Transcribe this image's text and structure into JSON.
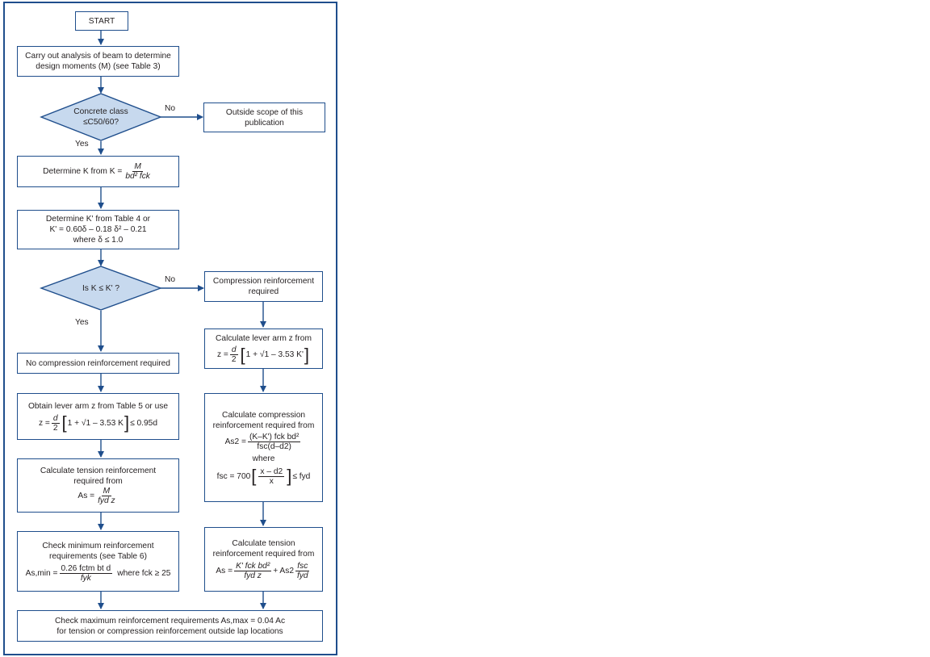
{
  "colors": {
    "border": "#1f4e8c",
    "diamond_fill": "#c7d9ee",
    "arrow": "#1f4e8c",
    "text": "#231f20"
  },
  "start": "START",
  "analysis": "Carry out analysis of beam to determine design moments (M) (see Table 3)",
  "decision_concrete": "Concrete class ≤C50/60?",
  "outside_scope": "Outside scope of this publication",
  "label_no": "No",
  "label_yes": "Yes",
  "determine_k": {
    "text": "Determine K from K =",
    "num": "M",
    "den": "bd² fck"
  },
  "determine_kprime": {
    "line1": "Determine K' from Table 4 or",
    "line2": "K' = 0.60δ – 0.18 δ² – 0.21",
    "line3": "where δ ≤ 1.0"
  },
  "decision_k": "Is K ≤ K' ?",
  "no_compression": "No compression reinforcement required",
  "lever_arm_left": {
    "line1": "Obtain lever arm z from Table 5 or use",
    "z": "z =",
    "d": "d",
    "two": "2",
    "inner": "1 + √1 – 3.53 K",
    "tail": "≤ 0.95d"
  },
  "tension_left": {
    "line1": "Calculate tension reinforcement",
    "line2": "required from",
    "lhs": "As =",
    "num": "M",
    "den": "fyd z"
  },
  "minimum": {
    "line1": "Check minimum reinforcement",
    "line2": "requirements (see Table 6)",
    "lhs": "As,min =",
    "num": "0.26 fctm bt d",
    "den": "fyk",
    "tail": "where fck ≥ 25"
  },
  "compression_required": "Compression reinforcement required",
  "lever_arm_right": {
    "line1": "Calculate lever arm z from",
    "z": "z =",
    "d": "d",
    "two": "2",
    "inner": "1 + √1 – 3.53 K'"
  },
  "compression_calc": {
    "line1": "Calculate compression",
    "line2": "reinforcement required from",
    "lhs": "As2 =",
    "num": "(K–K') fck bd²",
    "den": "fsc(d–d2)",
    "where": "where",
    "fsc_lhs": "fsc = 700",
    "fsc_num": "x – d2",
    "fsc_den": "x",
    "fsc_tail": "≤ fyd"
  },
  "tension_right": {
    "line1": "Calculate tension",
    "line2": "reinforcement required from",
    "lhs": "As =",
    "num": "K' fck bd²",
    "den": "fyd z",
    "plus": "+ As2",
    "num2": "fsc",
    "den2": "fyd"
  },
  "maximum": {
    "line1": "Check maximum reinforcement requirements As,max = 0.04 Ac",
    "line2": "for tension or compression reinforcement outside lap locations"
  }
}
